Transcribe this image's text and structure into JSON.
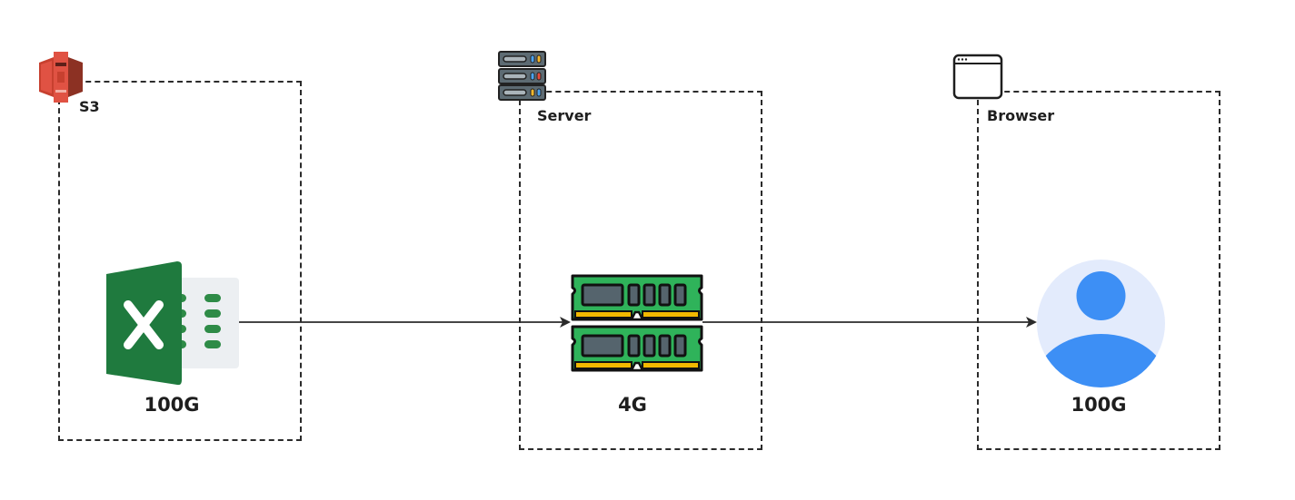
{
  "nodes": [
    {
      "id": "s3",
      "group_label": "S3",
      "group_icon": "aws-s3-icon",
      "content_icon": "excel-file-icon",
      "size_label": "100G"
    },
    {
      "id": "server",
      "group_label": "Server",
      "group_icon": "server-rack-icon",
      "content_icon": "ram-memory-icon",
      "size_label": "4G"
    },
    {
      "id": "browser",
      "group_label": "Browser",
      "group_icon": "browser-window-icon",
      "content_icon": "user-avatar-icon",
      "size_label": "100G"
    }
  ],
  "edges": [
    {
      "from": "s3",
      "to": "server"
    },
    {
      "from": "server",
      "to": "browser"
    }
  ],
  "colors": {
    "s3_red": "#e05243",
    "excel_green": "#1f7a3e",
    "ram_green": "#2fb35a",
    "ram_gold": "#f2b800",
    "avatar_bg": "#e3ebfc",
    "avatar_blue": "#3d8ff5",
    "stroke": "#2b2b2b"
  }
}
